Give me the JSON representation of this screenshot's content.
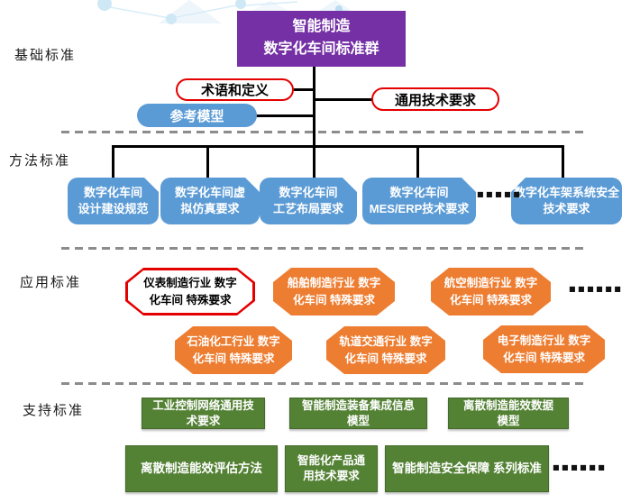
{
  "colors": {
    "purple": "#7430A4",
    "blue": "#5B9BD5",
    "orange": "#ED7D31",
    "green": "#548235",
    "red_outline": "#E50000",
    "connector": "#000000",
    "dashed_divider": "#8c8c8c",
    "decor_blue": "#cfe8f6"
  },
  "title_box": {
    "line1": "智能制造",
    "line2": "数字化车间标准群"
  },
  "sections": {
    "basic": {
      "label": "基础标准",
      "terms": "术语和定义",
      "general": "通用技术要求",
      "reference": "参考模型"
    },
    "method": {
      "label": "方法标准",
      "boxes": [
        {
          "line1": "数字化车间",
          "line2": "设计建设规范"
        },
        {
          "line1": "数字化车间虚",
          "line2": "拟仿真要求"
        },
        {
          "line1": "数字化车间",
          "line2": "工艺布局要求"
        },
        {
          "line1": "数字化车间",
          "line2": "MES/ERP技术要求"
        },
        {
          "line1": "数字化车架系统安全",
          "line2": "技术要求"
        }
      ],
      "ellipsis": "■■■■■"
    },
    "application": {
      "label": "应用标准",
      "row1": [
        {
          "line1": "仪表制造行业 数字",
          "line2": "化车间 特殊要求"
        },
        {
          "line1": "船舶制造行业 数字",
          "line2": "化车间 特殊要求"
        },
        {
          "line1": "航空制造行业 数字",
          "line2": "化车间 特殊要求"
        }
      ],
      "row2": [
        {
          "line1": "石油化工行业 数字",
          "line2": "化车间 特殊要求"
        },
        {
          "line1": "轨道交通行业 数字",
          "line2": "化车间 特殊要求"
        },
        {
          "line1": "电子制造行业 数字",
          "line2": "化车间 特殊要求"
        }
      ],
      "ellipsis": "■■■■■■"
    },
    "support": {
      "label": "支持标准",
      "row1": [
        {
          "line1": "工业控制网络通用技",
          "line2": "术要求"
        },
        {
          "line1": "智能制造装备集成信息",
          "line2": "模型"
        },
        {
          "line1": "离散制造能效数据",
          "line2": "模型"
        }
      ],
      "row2": [
        {
          "line1": "离散制造能效评估方法"
        },
        {
          "line1": "智能化产品通",
          "line2": "用技术要求"
        },
        {
          "line1": "智能制造安全保障 系列标准"
        }
      ],
      "ellipsis": "■■■■■■"
    }
  }
}
